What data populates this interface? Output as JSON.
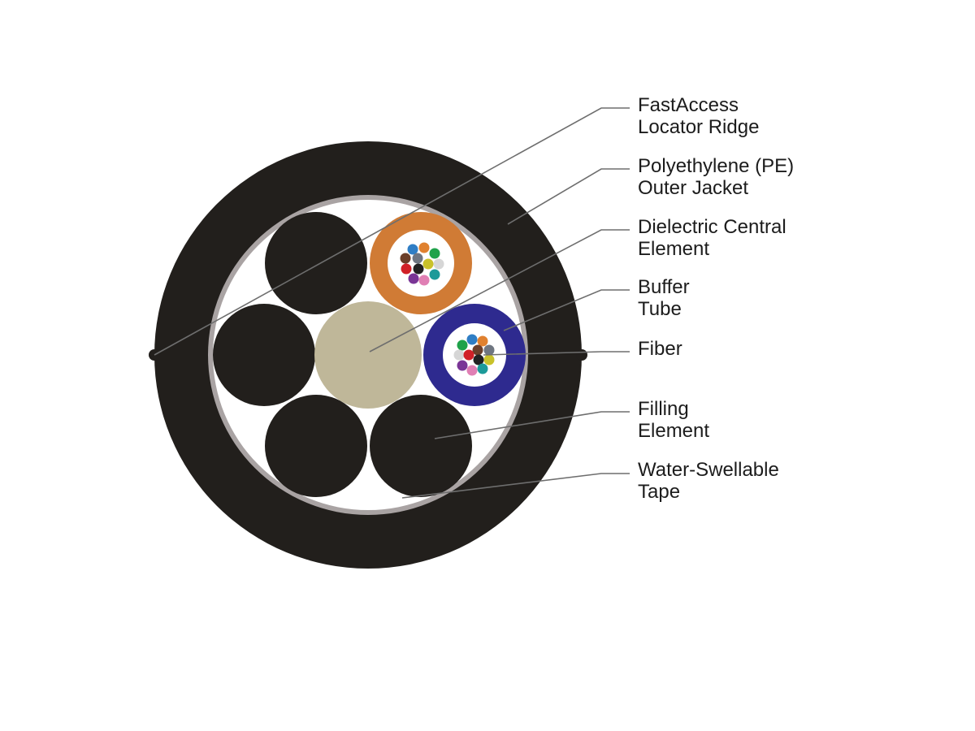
{
  "colors": {
    "jacket": "#221f1c",
    "tape": "#a9a3a3",
    "core_fill": "#ffffff",
    "filling_element": "#221f1c",
    "central_element": "#bfb799",
    "tube_orange": "#d07b35",
    "tube_blue": "#2e2a8f",
    "leader_line": "#6e6e6e",
    "text": "#1c1c1c"
  },
  "fiber_colors": [
    "#2f7ec5",
    "#e0812f",
    "#1fa24a",
    "#6b3f2a",
    "#6f7681",
    "#d6d6d6",
    "#d12027",
    "#222222",
    "#c9c22a",
    "#7a3596",
    "#e07fb4",
    "#1c9a99"
  ],
  "labels": [
    {
      "line1": "FastAccess",
      "line2": "Locator Ridge"
    },
    {
      "line1": "Polyethylene (PE)",
      "line2": "Outer Jacket"
    },
    {
      "line1": "Dielectric Central",
      "line2": "Element"
    },
    {
      "line1": "Buffer",
      "line2": "Tube"
    },
    {
      "line1": "Fiber",
      "line2": ""
    },
    {
      "line1": "Filling",
      "line2": "Element"
    },
    {
      "line1": "Water-Swellable",
      "line2": "Tape"
    }
  ]
}
